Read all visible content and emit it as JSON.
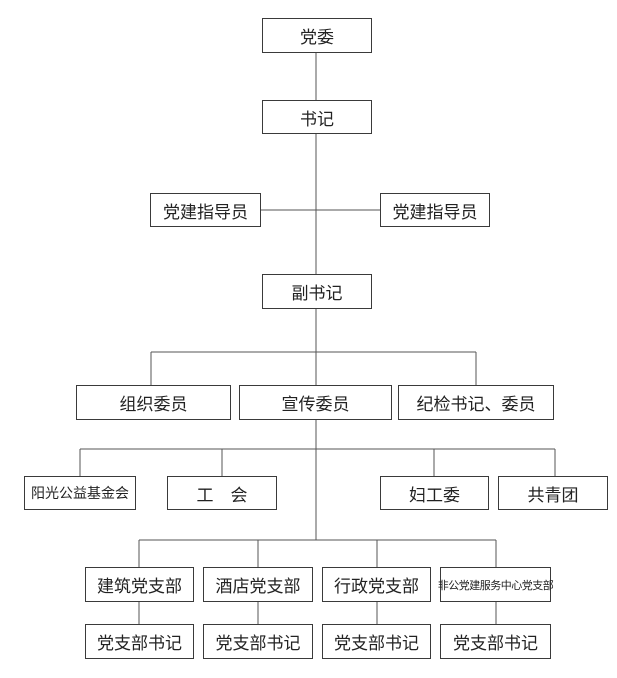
{
  "committee": "党委",
  "secretary": "书记",
  "advisors": [
    "党建指导员",
    "党建指导员"
  ],
  "deputy_secretary": "副书记",
  "committee_members": [
    "组织委员",
    "宣传委员",
    "纪检书记、委员"
  ],
  "mass_orgs": [
    "阳光公益基金会",
    "工　会",
    "妇工委",
    "共青团"
  ],
  "branches": [
    "建筑党支部",
    "酒店党支部",
    "行政党支部",
    "非公党建服务中心党支部"
  ],
  "branch_secretaries": [
    "党支部书记",
    "党支部书记",
    "党支部书记",
    "党支部书记"
  ]
}
